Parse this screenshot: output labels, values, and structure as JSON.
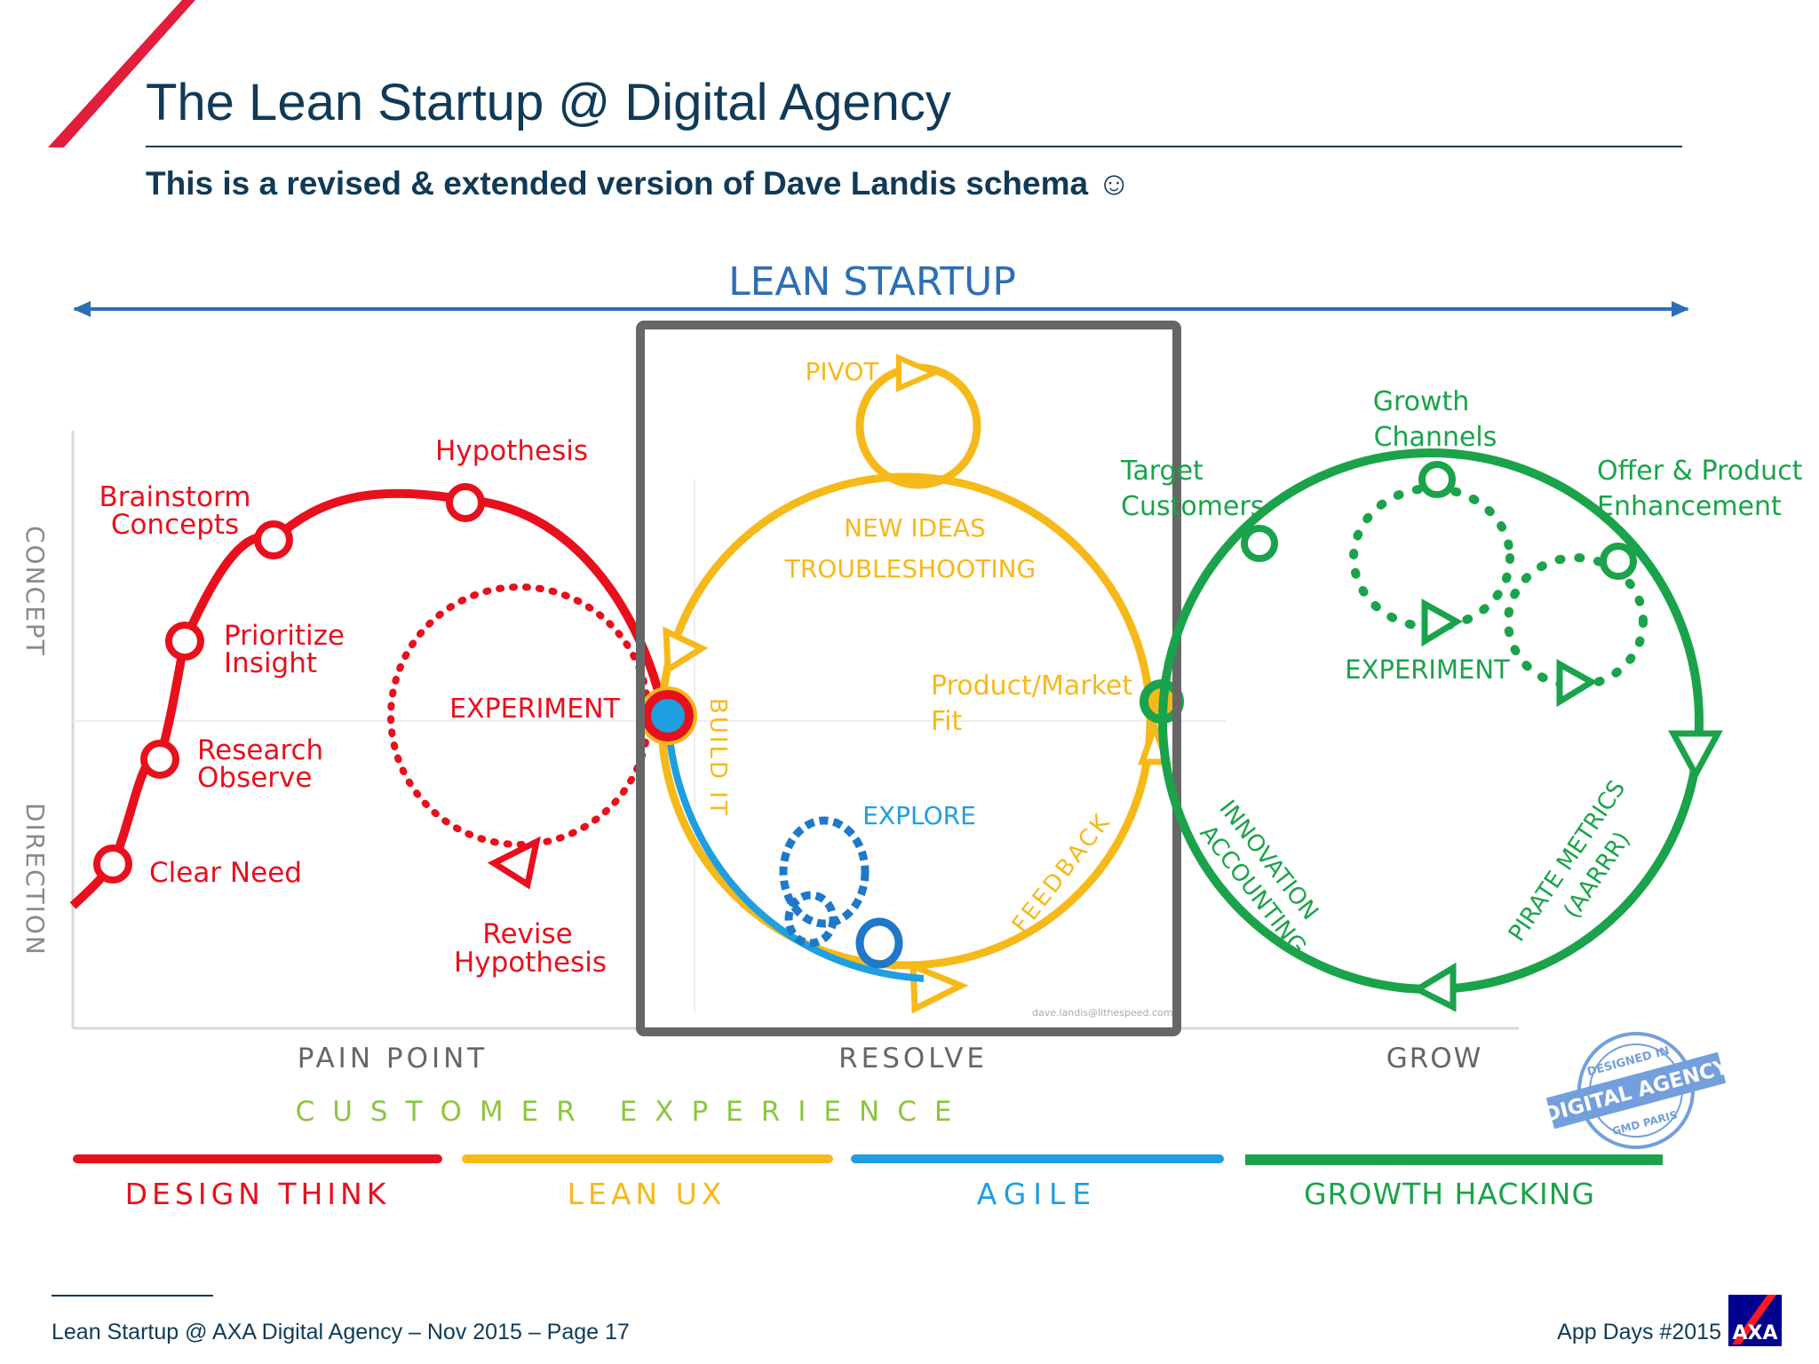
{
  "slide": {
    "title": "The Lean Startup @ Digital Agency",
    "subtitle": "This is a revised & extended version of Dave Landis schema ☺"
  },
  "footer": {
    "left": "Lean Startup @ AXA Digital Agency – Nov 2015 – Page 17",
    "right": "App Days #2015",
    "logo": "AXA"
  },
  "diagram": {
    "header": "LEAN STARTUP",
    "axis": {
      "upper": "CONCEPT",
      "lower": "DIRECTION"
    },
    "design": {
      "steps": {
        "hypothesis": "Hypothesis",
        "brainstorm_1": "Brainstorm",
        "brainstorm_2": "Concepts",
        "prioritize_1": "Prioritize",
        "prioritize_2": "Insight",
        "research_1": "Research",
        "research_2": "Observe",
        "clear_need": "Clear Need"
      },
      "experiment": "EXPERIMENT",
      "revise_1": "Revise",
      "revise_2": "Hypothesis"
    },
    "resolve": {
      "pivot": "PIVOT",
      "new_ideas": "NEW IDEAS",
      "troubleshooting": "TROUBLESHOOTING",
      "build_it": "BUILD IT",
      "pmf_1": "Product/Market",
      "pmf_2": "Fit",
      "explore": "EXPLORE",
      "feedback": "FEEDBACK",
      "credit": "dave.landis@lithespeed.com"
    },
    "grow": {
      "growth_channels_1": "Growth",
      "growth_channels_2": "Channels",
      "target_1": "Target",
      "target_2": "Customers",
      "offer_1": "Offer & Product",
      "offer_2": "Enhancement",
      "experiment": "EXPERIMENT",
      "innovation_1": "INNOVATION",
      "innovation_2": "ACCOUNTING",
      "pirate_1": "PIRATE METRICS",
      "pirate_2": "(AARRR)"
    },
    "phases": [
      "PAIN POINT",
      "RESOLVE",
      "GROW"
    ],
    "customer_experience": "CUSTOMER EXPERIENCE",
    "methods": [
      {
        "label": "DESIGN THINK",
        "color": "#e8101c"
      },
      {
        "label": "LEAN UX",
        "color": "#f6b91a"
      },
      {
        "label": "AGILE",
        "color": "#1f9ee0"
      },
      {
        "label": "GROWTH HACKING",
        "color": "#1aa34a"
      }
    ],
    "stamp": {
      "top": "DESIGNED IN",
      "main": "DIGITAL AGENCY",
      "bottom": "GMD PARIS"
    }
  },
  "colors": {
    "accent_red": "#e31d3c",
    "navy": "#103a57",
    "header_blue": "#2d6fb3",
    "red": "#e8101c",
    "yellow": "#f6b91a",
    "blue": "#1f9ee0",
    "green": "#1aa34a",
    "frame_gray": "#666666"
  }
}
